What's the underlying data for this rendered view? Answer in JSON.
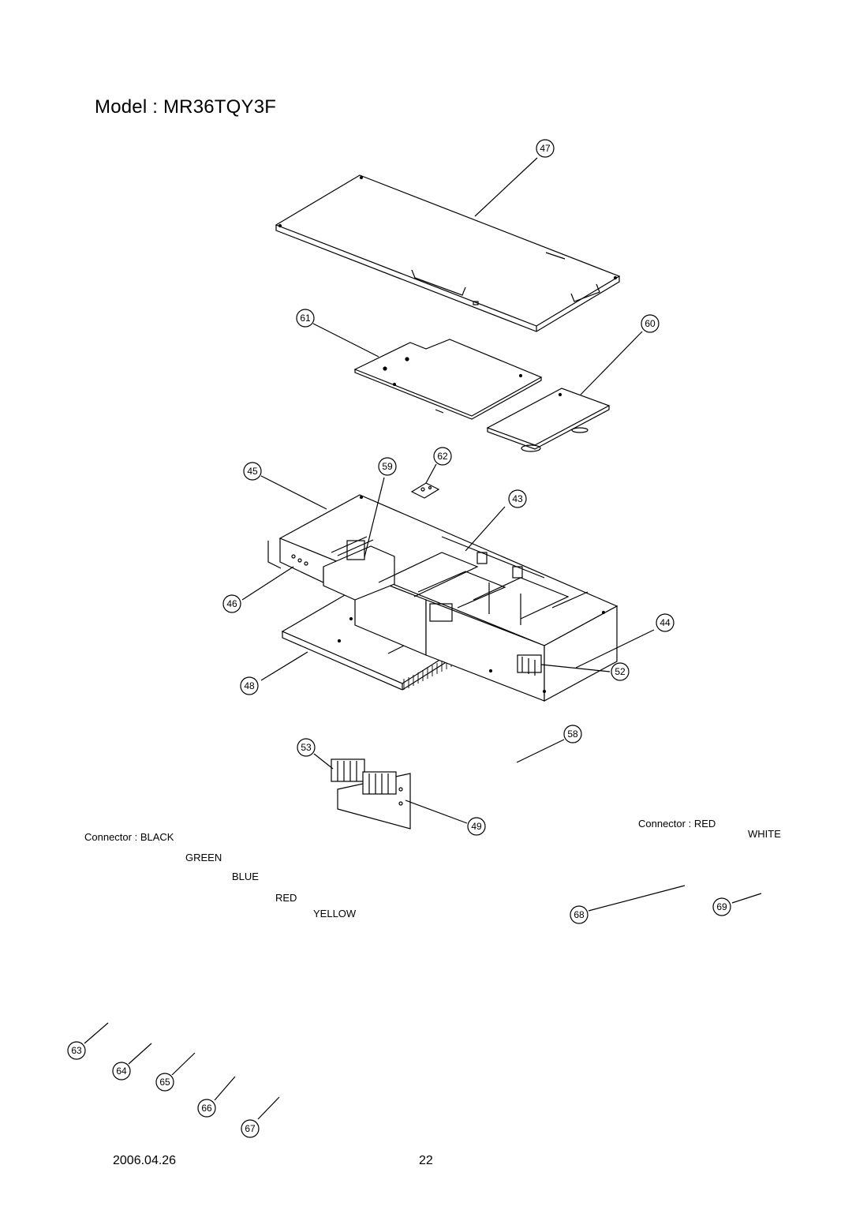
{
  "title": "Model : MR36TQY3F",
  "callouts": [
    "47",
    "61",
    "60",
    "45",
    "59",
    "62",
    "43",
    "46",
    "44",
    "52",
    "48",
    "53",
    "58",
    "49",
    "68",
    "69",
    "63",
    "64",
    "65",
    "66",
    "67"
  ],
  "connector_left": {
    "label": "Connector : BLACK",
    "colors": [
      "GREEN",
      "BLUE",
      "RED",
      "YELLOW"
    ]
  },
  "connector_right": {
    "label": "Connector : RED",
    "colors": [
      "WHITE"
    ]
  },
  "footer": {
    "date": "2006.04.26",
    "page": "22"
  }
}
